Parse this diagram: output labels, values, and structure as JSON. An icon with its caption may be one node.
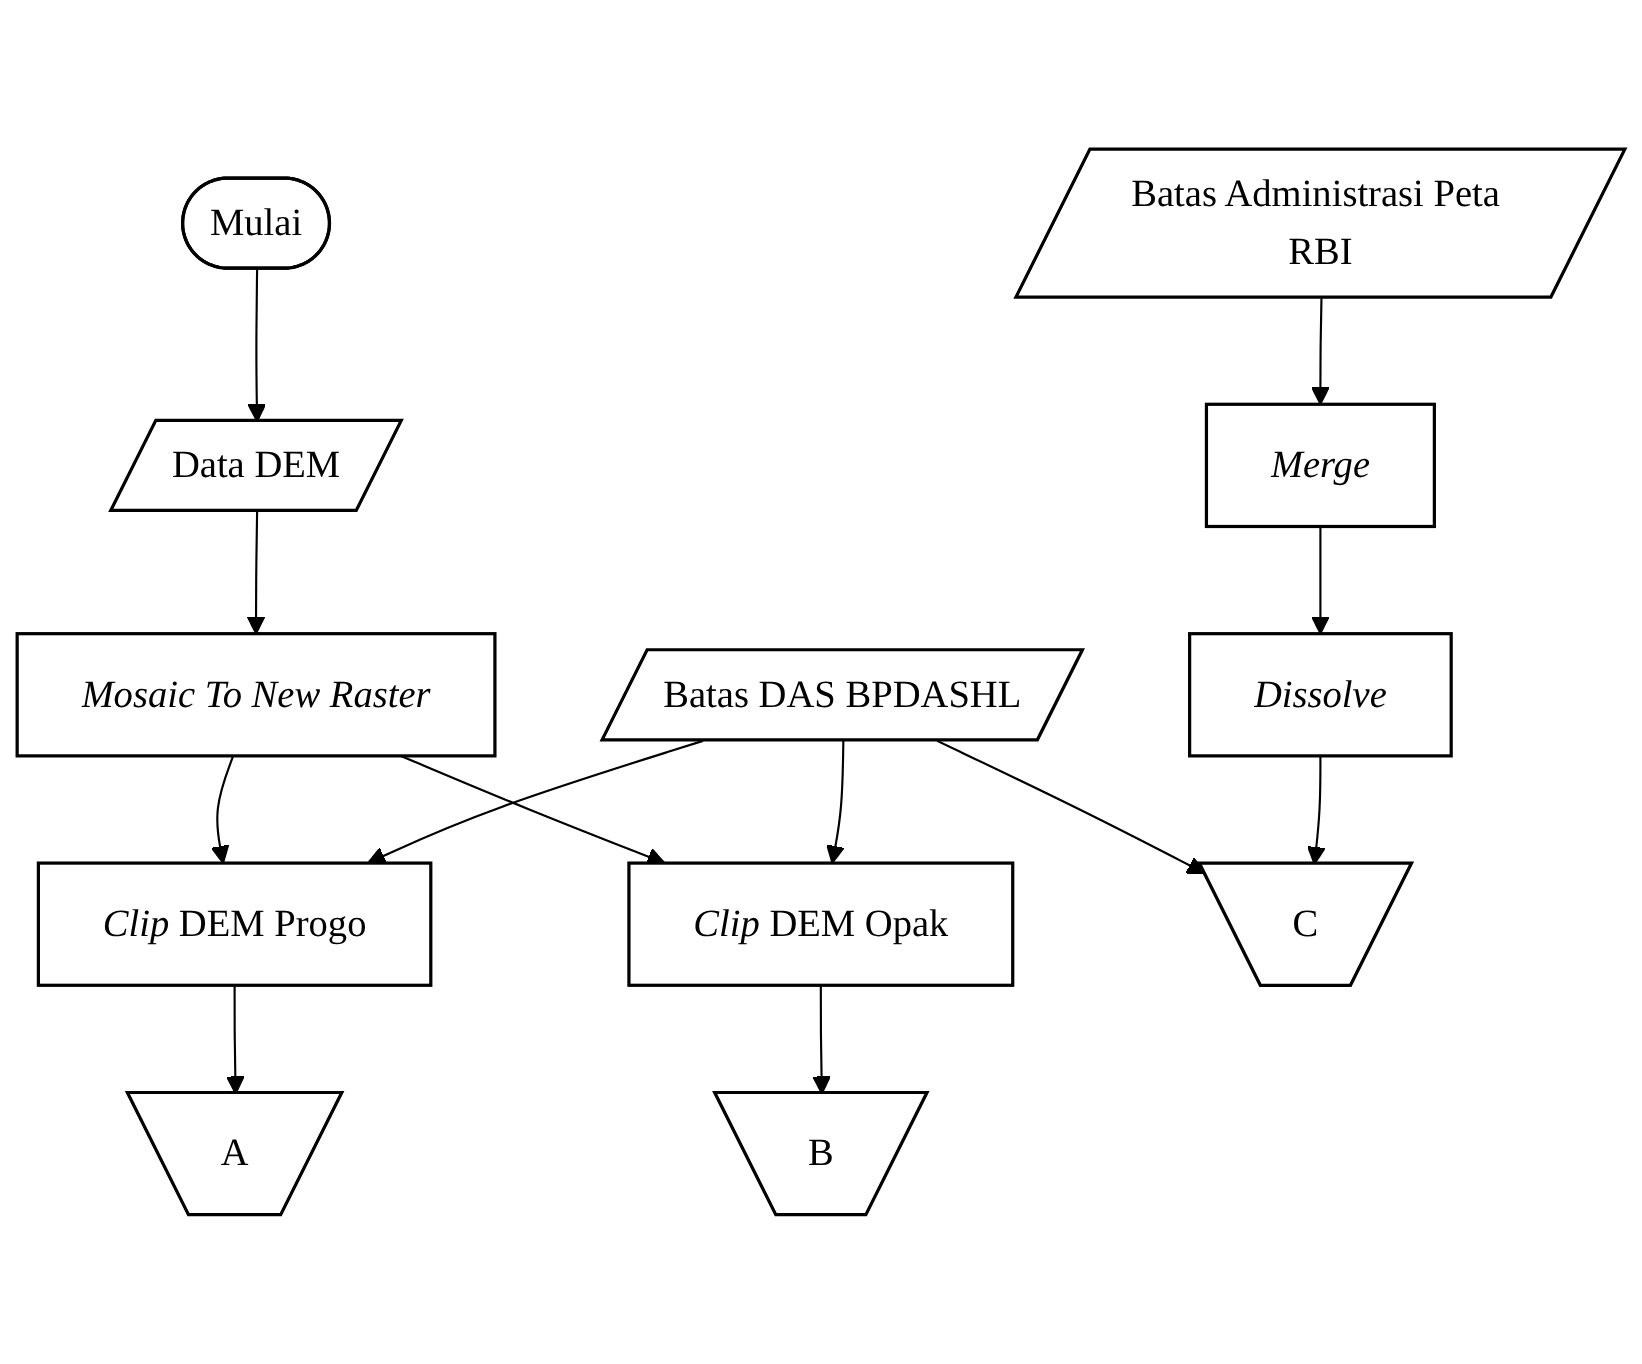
{
  "diagram": {
    "nodes": [
      {
        "text": [
          "Mulai"
        ]
      },
      {
        "text": [
          "Data DEM"
        ]
      },
      {
        "text": [
          "Batas DAS BPDASHL"
        ]
      },
      {
        "text": [
          "Batas Administrasi Peta RBI"
        ]
      },
      {
        "text": [
          "Mosaic To New Raster"
        ]
      },
      {
        "text": [
          "*Clip* DEM Progo"
        ]
      },
      {
        "text": [
          "*Clip* DEM Opak"
        ]
      },
      {
        "text": [
          "Merge"
        ]
      },
      {
        "text": [
          "Dissolve"
        ]
      },
      {
        "text": [
          "A"
        ]
      },
      {
        "text": [
          "B"
        ]
      },
      {
        "text": [
          "C"
        ]
      }
    ],
    "edges": [
      {
        "from": 0,
        "to": 1,
        "arrow": "to"
      },
      {
        "from": 1,
        "to": 4,
        "arrow": "to"
      },
      {
        "from": 4,
        "to": 5,
        "arrow": "to"
      },
      {
        "from": 4,
        "to": 6,
        "arrow": "to"
      },
      {
        "from": 2,
        "to": 5,
        "arrow": "to"
      },
      {
        "from": 2,
        "to": 6,
        "arrow": "to"
      },
      {
        "from": 2,
        "to": 11,
        "arrow": "to"
      },
      {
        "from": 3,
        "to": 7,
        "arrow": "to"
      },
      {
        "from": 7,
        "to": 8,
        "arrow": "to"
      },
      {
        "from": 8,
        "to": 11,
        "arrow": "to"
      },
      {
        "from": 5,
        "to": 9,
        "arrow": "to"
      },
      {
        "from": 6,
        "to": 10,
        "arrow": "to"
      }
    ]
  }
}
